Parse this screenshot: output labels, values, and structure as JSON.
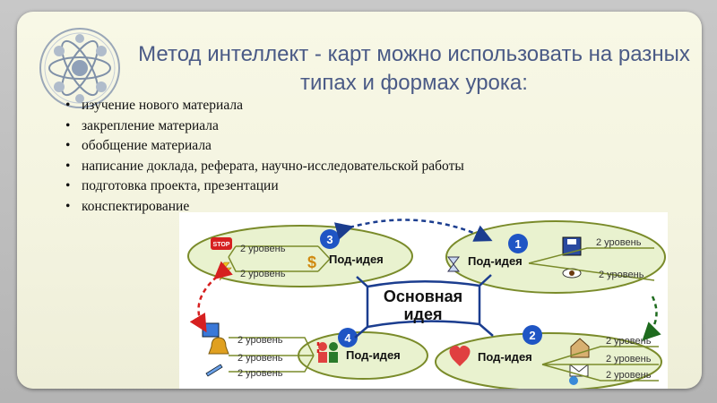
{
  "slide": {
    "title_line1": "Метод интеллект - карт можно использовать на разных",
    "title_line2": "типах и формах урока:",
    "bullets": [
      "изучение нового материала",
      "закрепление материала",
      "обобщение материала",
      "написание доклада, реферата, научно-исследовательской работы",
      "подготовка проекта, презентации",
      "конспектирование"
    ]
  },
  "diagram": {
    "center_line1": "Основная",
    "center_line2": "идея",
    "subidea": "Под-идея",
    "level": "2 уровень",
    "stop_sign": "STOP",
    "numbers": [
      "1",
      "2",
      "3",
      "4"
    ],
    "colors": {
      "ellipse_fill": "#e9f2cf",
      "ellipse_stroke": "#7a8b2a",
      "badge": "#1f55c4",
      "arrow_blue": "#1b3d8f",
      "arrow_red": "#d62020",
      "arrow_green": "#1e6b1e"
    }
  }
}
